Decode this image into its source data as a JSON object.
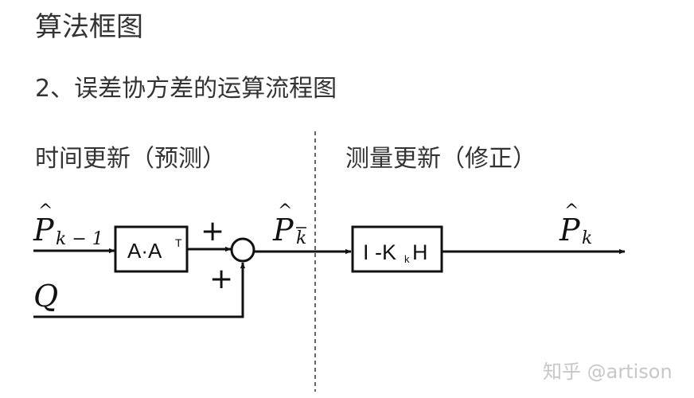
{
  "title": "算法框图",
  "subtitle": "2、误差协方差的运算流程图",
  "sections": {
    "time_update": "时间更新（预测）",
    "measurement_update": "测量更新（修正）"
  },
  "diagram": {
    "input_p_symbol": "P",
    "input_p_subscript": "k − 1",
    "input_q_symbol": "Q",
    "block1": {
      "main": "A·A",
      "sup": "T"
    },
    "sum_plus_top": "+",
    "sum_plus_bottom": "+",
    "mid_p_symbol": "P",
    "mid_p_subscript": "k",
    "block2": {
      "left": "I -K",
      "sub": "k",
      "right": "H"
    },
    "output_p_symbol": "P",
    "output_p_subscript": "k",
    "hat_glyph": "^"
  },
  "watermark": "知乎 @artison",
  "colors": {
    "line": "#111111",
    "text": "#333333",
    "watermark": "#c7c7c7"
  }
}
